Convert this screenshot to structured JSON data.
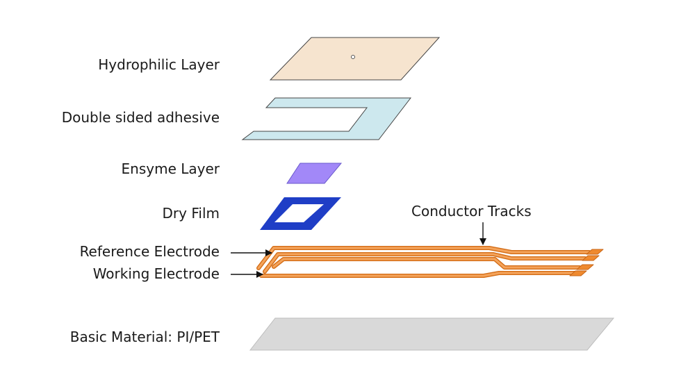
{
  "labels": {
    "hydrophilic": "Hydrophilic Layer",
    "adhesive": "Double sided adhesive",
    "enzyme": "Ensyme Layer",
    "dry_film": "Dry Film",
    "reference": "Reference Electrode",
    "working": "Working Electrode",
    "base": "Basic Material: PI/PET",
    "tracks": "Conductor Tracks"
  },
  "colors": {
    "hydrophilic": "#f6e4cf",
    "adhesive": "#cde8ee",
    "enzyme": "#a288f8",
    "dry_film": "#1f3ec6",
    "tracks": "#ef8a2f",
    "base": "#d9d9d9",
    "outline": "#333333"
  }
}
